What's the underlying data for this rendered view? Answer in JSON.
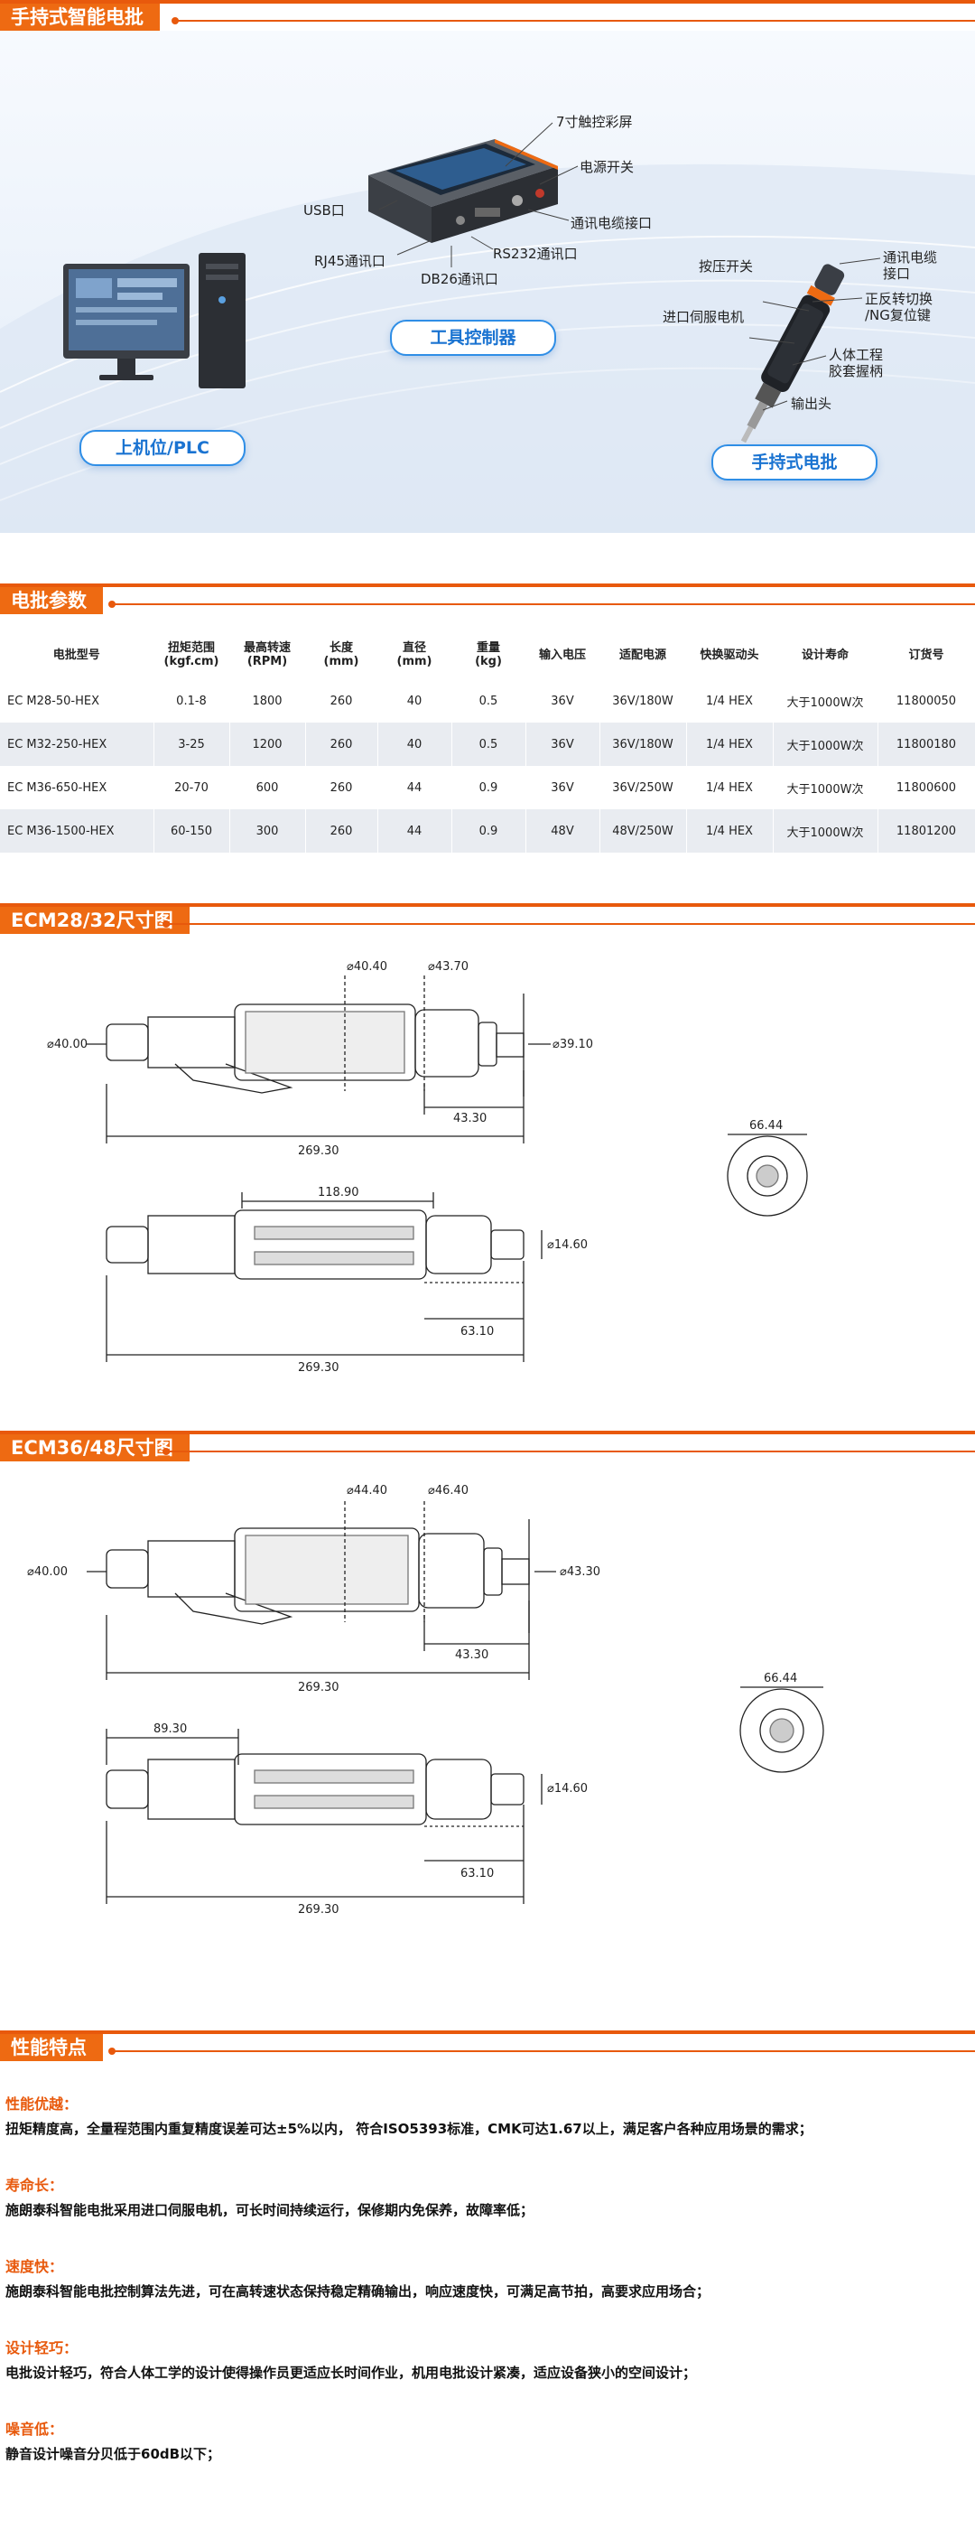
{
  "sections": {
    "hero_title": "手持式智能电批",
    "params_title": "电批参数",
    "dim1_title": "ECM28/32尺寸图",
    "dim2_title": "ECM36/48尺寸图",
    "features_title": "性能特点"
  },
  "hero": {
    "pills": {
      "controller": "工具控制器",
      "host": "上机位/PLC",
      "handheld": "手持式电批"
    },
    "controller_callouts": {
      "touch": "7寸触控彩屏",
      "power": "电源开关",
      "cable_port": "通讯电缆接口",
      "usb": "USB口",
      "rs232": "RS232通讯口",
      "rj45": "RJ45通讯口",
      "db26": "DB26通讯口"
    },
    "driver_callouts": {
      "cable_1": "通讯电缆",
      "cable_2": "接口",
      "press": "按压开关",
      "switch_1": "正反转切换",
      "switch_2": "/NG复位键",
      "motor": "进口伺服电机",
      "grip_1": "人体工程",
      "grip_2": "胶套握柄",
      "output": "输出头"
    }
  },
  "table": {
    "headers": [
      [
        "电批型号",
        ""
      ],
      [
        "扭矩范围",
        "(kgf.cm)"
      ],
      [
        "最高转速",
        "(RPM)"
      ],
      [
        "长度",
        "(mm)"
      ],
      [
        "直径",
        "(mm)"
      ],
      [
        "重量",
        "(kg)"
      ],
      [
        "输入电压",
        ""
      ],
      [
        "适配电源",
        ""
      ],
      [
        "快换驱动头",
        ""
      ],
      [
        "设计寿命",
        ""
      ],
      [
        "订货号",
        ""
      ]
    ],
    "rows": [
      [
        "EC M28-50-HEX",
        "0.1-8",
        "1800",
        "260",
        "40",
        "0.5",
        "36V",
        "36V/180W",
        "1/4 HEX",
        "大于1000W次",
        "11800050"
      ],
      [
        "EC M32-250-HEX",
        "3-25",
        "1200",
        "260",
        "40",
        "0.5",
        "36V",
        "36V/180W",
        "1/4 HEX",
        "大于1000W次",
        "11800180"
      ],
      [
        "EC M36-650-HEX",
        "20-70",
        "600",
        "260",
        "44",
        "0.9",
        "36V",
        "36V/250W",
        "1/4 HEX",
        "大于1000W次",
        "11800600"
      ],
      [
        "EC M36-1500-HEX",
        "60-150",
        "300",
        "260",
        "44",
        "0.9",
        "48V",
        "48V/250W",
        "1/4 HEX",
        "大于1000W次",
        "11801200"
      ]
    ]
  },
  "dim1": {
    "d_front": "⌀40.00",
    "d_mid": "⌀40.40",
    "d_rear": "⌀43.70",
    "d_tail": "⌀39.10",
    "l_tail": "43.30",
    "l_total": "269.30",
    "end_w": "66.44",
    "l_grip": "118.90",
    "d_bit": "⌀14.60",
    "l_rear": "63.10",
    "l_total_b": "269.30"
  },
  "dim2": {
    "d_front": "⌀40.00",
    "d_mid": "⌀44.40",
    "d_rear": "⌀46.40",
    "d_tail": "⌀43.30",
    "l_tail": "43.30",
    "l_total": "269.30",
    "end_w": "66.44",
    "l_grip": "89.30",
    "d_bit": "⌀14.60",
    "l_rear": "63.10",
    "l_total_b": "269.30"
  },
  "features": [
    {
      "title": "性能优越：",
      "body": "扭矩精度高，全量程范围内重复精度误差可达±5%以内， 符合ISO5393标准，CMK可达1.67以上，满足客户各种应用场景的需求；"
    },
    {
      "title": "寿命长：",
      "body": "施朗泰科智能电批采用进口伺服电机，可长时间持续运行，保修期内免保养，故障率低；"
    },
    {
      "title": "速度快：",
      "body": "施朗泰科智能电批控制算法先进，可在高转速状态保持稳定精确输出，响应速度快，可满足高节拍，高要求应用场合；"
    },
    {
      "title": "设计轻巧：",
      "body": "电批设计轻巧，符合人体工学的设计使得操作员更适应长时间作业，机用电批设计紧凑，适应设备狭小的空间设计；"
    },
    {
      "title": "噪音低：",
      "body": "静音设计噪音分贝低于60dB以下；"
    }
  ],
  "colors": {
    "accent": "#ee6a12",
    "pill_border": "#2f8ee6",
    "pill_text": "#1a73d1",
    "table_stripe": "#e9ecf1"
  }
}
